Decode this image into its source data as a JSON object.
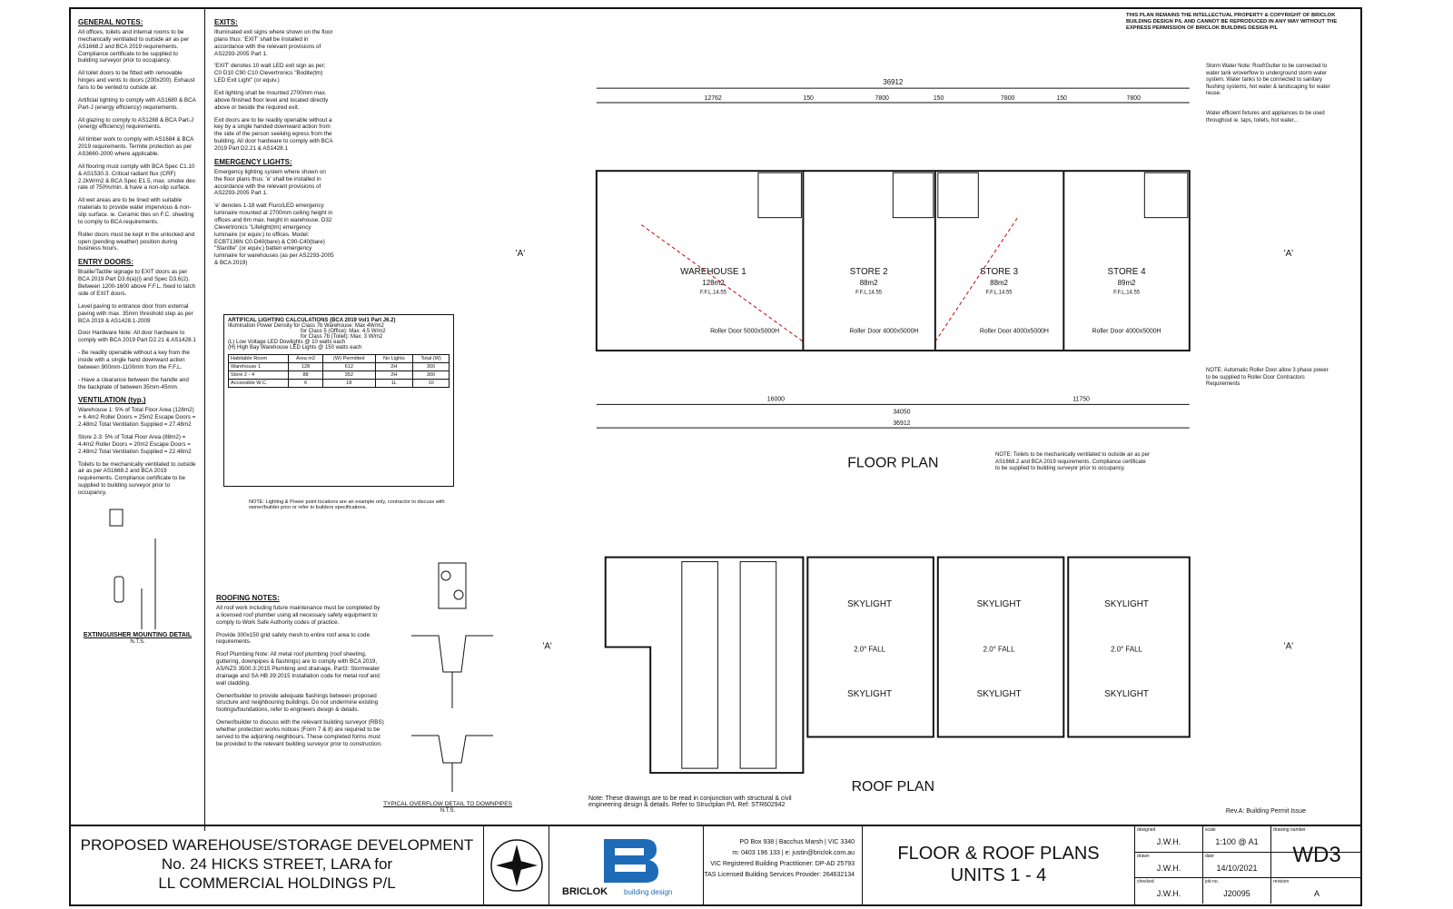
{
  "copyright": "THIS PLAN REMAINS THE INTELLECTUAL PROPERTY & COPYRIGHT OF BRICLOK BUILDING DESIGN P/L AND CANNOT BE REPRODUCED IN ANY WAY WITHOUT THE EXPRESS PERMISSION OF BRICLOK BUILDING DESIGN P/L",
  "notes": {
    "general_h": "GENERAL NOTES:",
    "general": "All offices, toilets and internal rooms to be mechanically ventilated to outside air as per AS1668.2 and BCA 2019 requirements. Compliance certificate to be supplied to building surveyor prior to occupancy.",
    "toilet": "All toilet doors to be fitted with removable hinges and vents to doors (200x200). Exhaust fans to be vented to outside air.",
    "lighting": "Artificial lighting to comply with AS1680 & BCA Part-J (energy efficiency) requirements.",
    "glazing": "All glazing to comply to AS1288 & BCA Part-J (energy efficiency) requirements.",
    "timber": "All timber work to comply with AS1684 & BCA 2019 requirements. Termite protection as per AS3660-2000 where applicable.",
    "flooring": "All flooring must comply with BCA Spec C1.10 & AS1530.3. Critical radiant flux (CRF) 2.2kW/m2 & BCA Spec E1.5, max. smoke dev. rate of 750%/min. & have a non-slip surface.",
    "wet": "All wet areas are to be lined with suitable materials to provide water impervious & non-slip surface. ie. Ceramic tiles on F.C. sheeting to comply to BCA requirements.",
    "roller": "Roller doors must be kept in the unlocked and open (pending weather) position during business hours.",
    "entry_h": "ENTRY DOORS:",
    "entry": "Braille/Tactile signage to EXIT doors as per BCA 2019 Part D3.6(a)(i) and Spec D3.6(2). Between 1200-1600 above F.F.L. fixed to latch side of EXIT doors.",
    "level": "Level paving to entrance door from external paving with max. 35mm threshold step as per BCA 2019 & AS1428.1-2009",
    "hardware": "Door Hardware Note: All door hardware to comply with BCA 2019 Part D2.21 & AS1428.1",
    "hw1": "- Be readily openable without a key from the inside with a single hand downward action between 900mm-1100mm from the F.F.L.",
    "hw2": "- Have a clearance between the handle and the backplate of between 35mm-45mm.",
    "vent_h": "VENTILATION (typ.)",
    "vent1": "Warehouse 1: 5% of Total Floor Area (128m2) = 6.4m2 Roller Doors = 25m2 Escape Doors = 2.48m2 Total Ventilation Supplied = 27.48m2",
    "vent2": "Store 2-3: 5% of Total Floor Area (88m2) = 4.4m2 Roller Doors = 20m2 Escape Doors = 2.48m2 Total Ventilation Supplied = 22.48m2",
    "vent3": "Toilets to be mechanically ventilated to outside air as per AS1668.2 and BCA 2019 requirements. Compliance certificate to be supplied to building surveyor prior to occupancy.",
    "ext_h": "EXTINGUISHER MOUNTING DETAIL",
    "nts": "N.T.S.",
    "exits_h": "EXITS:",
    "exits1": "Illuminated exit signs where shown on the floor plans thus: 'EXIT' shall be installed in accordance with the relevant provisions of AS2293-2005 Part 1.",
    "exits2": "'EXIT' denotes 10 watt LED exit sign as per; C0 D10 C90 C10 Clevertronics \"Bodite(tm) LED Exit Light\" (or equiv.)",
    "exits3": "Exit lighting shall be mounted 2700mm max. above finished floor level and located directly above or beside the required exit.",
    "exits4": "Exit doors are to be readily openable without a key by a single handed downward action from the side of the person seeking egress from the building. All door hardware to comply with BCA 2019 Part D2.21 & AS1428.1",
    "emerg_h": "EMERGENCY LIGHTS:",
    "emerg1": "Emergency lighting system where shown on the floor plans thus: 'e' shall be installed in accordance with the relevant provisions of AS2293-2005 Part 1.",
    "emerg2": "'e' denotes 1-18 watt Fluro/LED emergency luminaire mounted at 2700mm ceiling height in offices and 6m max. height in warehouse. D32 Clevertronics \"Lifelight(tm) emergency luminaire (or equiv.) to offices. Model: ECBT136N C0-D40(bare) & C90-C40(bare) \"Stanlite\" (or equiv.) batten emergency luminaire for warehouses (as per AS2293-2005 & BCA 2019)",
    "roof_h": "ROOFING NOTES:",
    "roof1": "All roof work including future maintenance must be completed by a licensed roof plumber using all necessary safety equipment to comply to Work Safe Authority codes of practice.",
    "roof2": "Provide 300x150 grid safety mesh to entire roof area to code requirements.",
    "roof3": "Roof Plumbing Note: All metal roof plumbing (roof sheeting, guttering, downpipes & flashings) are to comply with BCA 2019, AS/NZS 3500.3:2015 Plumbing and drainage, Part3: Stormwater drainage and SA HB 39:2015 Installation code for metal roof and wall cladding.",
    "roof4": "Owner/builder to provide adequate flashings between proposed structure and neighbouring buildings. Do not undermine existing footings/foundations, refer to engineers design & details.",
    "roof5": "Owner/builder to discuss with the relevant building surveyor (RBS) whether protection works notices (Form 7 & 8) are required to be served to the adjoining neighbours. These completed forms must be provided to the relevant building surveyor prior to construction.",
    "overflow_h": "TYPICAL OVERFLOW DETAIL TO DOWNPIPES"
  },
  "lighting": {
    "title": "ARTIFICAL LIGHTING CALCULATIONS (BCA 2019 Vol1 Part J6.2)",
    "l1": "Illumination Power Density for Class 7b Warehouse: Max 4W/m2",
    "l2": "for Class 5 (Office): Max. 4.5 W/m2",
    "l3": "for Class 7b (Toilet): Max. 3 W/m2",
    "l4": "(L) Low Voltage LED Dowlights @ 10 watts each",
    "l5": "(H) High Bay Warehouse LED Lights @ 150 watts each",
    "headers": [
      "Habitable Room",
      "Area m2",
      "(W) Permitted",
      "No Lights",
      "Total (W)"
    ],
    "rows": [
      [
        "Warehouse 1",
        "128",
        "612",
        "2H",
        "300"
      ],
      [
        "Store 2 - 4",
        "88",
        "352",
        "2H",
        "300"
      ],
      [
        "Accessible W.C.",
        "6",
        "18",
        "1L",
        "10"
      ]
    ],
    "note": "NOTE: Lighting & Power point locations are an example only, contractor to discuss with owner/builder prior or refer to builders specifications."
  },
  "plan": {
    "floor_title": "FLOOR PLAN",
    "roof_title": "ROOF PLAN",
    "overall": "36912",
    "dims_top": [
      "12762",
      "150",
      "7800",
      "150",
      "7800",
      "150",
      "7800"
    ],
    "rooms": [
      {
        "name": "WAREHOUSE 1",
        "area": "128m2",
        "ffl": "F.F.L.14.55",
        "door": "Roller Door 5000x5000H"
      },
      {
        "name": "STORE 2",
        "area": "88m2",
        "ffl": "F.F.L.14.55",
        "door": "Roller Door 4000x5000H"
      },
      {
        "name": "STORE 3",
        "area": "88m2",
        "ffl": "F.F.L.14.55",
        "door": "Roller Door 4000x5000H"
      },
      {
        "name": "STORE 4",
        "area": "89m2",
        "ffl": "F.F.L.14.55",
        "door": "Roller Door 4000x5000H"
      }
    ],
    "dims_bottom": [
      "16000",
      "11750",
      "34050",
      "36912"
    ],
    "section": "'A'",
    "skylight": "SKYLIGHT",
    "fall": "2.0° FALL",
    "storm": "Storm Water Note: Roof/Gutter to be connected to water tank w/overflow to underground storm water system. Water tanks to be connected to sanitary flushing systems, hot water & landscaping for water reuse.",
    "efficient": "Water efficient fixtures and appliances to be used throughout ie. taps, toilets, hot water...",
    "auto_roller": "NOTE: Automatic Roller Door allow 3 phase power to be supplied to Roller Door Contractors Requirements",
    "toilet_note": "NOTE: Toilets to be mechanically ventilated to outside air as per AS1668.2 and BCA 2019 requirements. Compliance certificate to be supplied to building surveyor prior to occupancy.",
    "bottom_note": "Note: These drawings are to be read in conjunction with structural & civil engineering design & details. Refer to Structplan P/L Ref: STR602942"
  },
  "title_block": {
    "project": [
      "PROPOSED WAREHOUSE/STORAGE DEVELOPMENT",
      "No. 24 HICKS STREET, LARA for",
      "LL COMMERCIAL HOLDINGS P/L"
    ],
    "brand": "BRICLOK",
    "brand_sub": "building design",
    "contact": [
      "PO Box 938 | Bacchus Marsh | VIC 3340",
      "m: 0403 196 133 | e: justin@briclok.com.au",
      "VIC Registered Building Practitioner: DP-AD 25793",
      "TAS Licensed Building Services Provider: 264632134"
    ],
    "drawing_title": [
      "FLOOR & ROOF PLANS",
      "UNITS 1 - 4"
    ],
    "designed_k": "designed",
    "designed": "J.W.H.",
    "scale_k": "scale",
    "scale": "1:100 @ A1",
    "drawn_k": "drawn",
    "drawn": "J.W.H.",
    "date_k": "date",
    "date": "14/10/2021",
    "checked_k": "checked",
    "checked": "J.W.H.",
    "job_k": "job no.",
    "job": "J20095",
    "dwgno_k": "drawing number",
    "dwgno": "WD3",
    "rev_k": "revision",
    "rev": "A",
    "revision_note": "Rev.A: Building Permit Issue"
  }
}
